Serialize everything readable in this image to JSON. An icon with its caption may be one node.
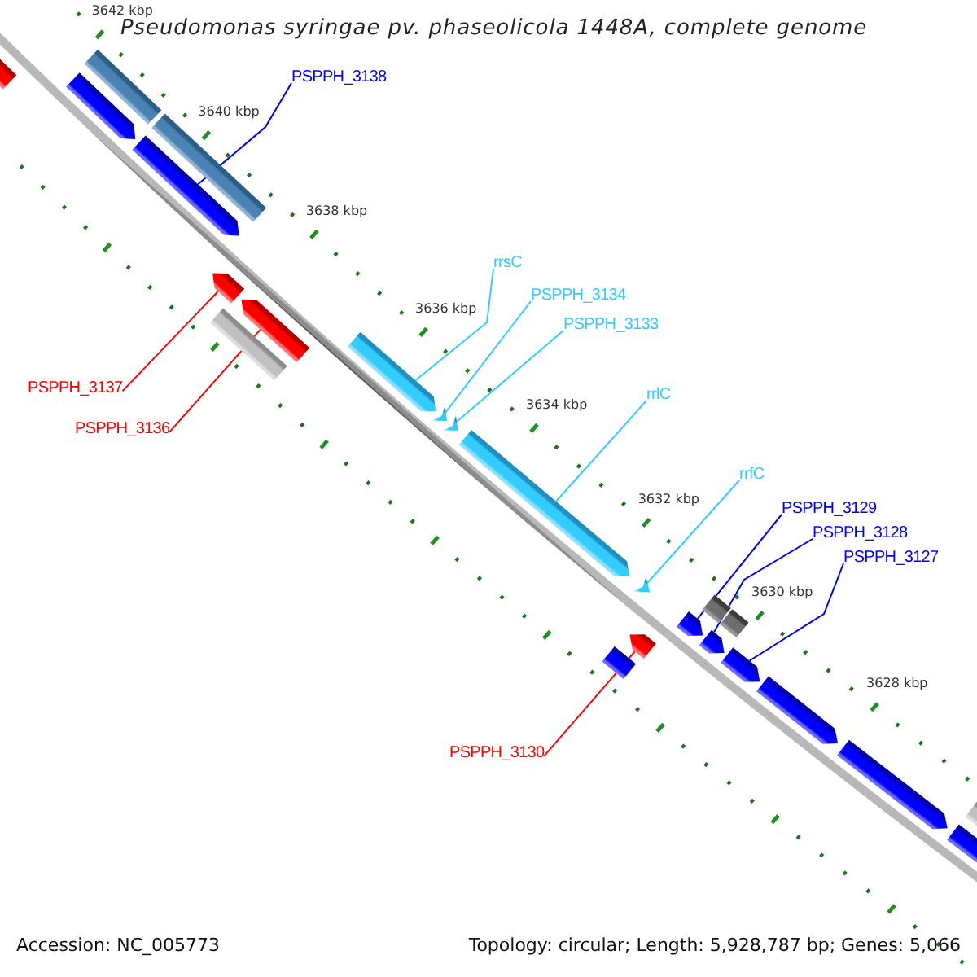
{
  "diagram": {
    "title": "Pseudomonas syringae pv. phaseolicola 1448A, complete genome",
    "nodes": [
      {
        "text": [
          "PSPPH_3138"
        ]
      },
      {
        "text": [
          "rrsC"
        ]
      },
      {
        "text": [
          "PSPPH_3134"
        ]
      },
      {
        "text": [
          "PSPPH_3133"
        ]
      },
      {
        "text": [
          "PSPPH_3137"
        ]
      },
      {
        "text": [
          "rrlC"
        ]
      },
      {
        "text": [
          "PSPPH_3136"
        ]
      },
      {
        "text": [
          "rrfC"
        ]
      },
      {
        "text": [
          "PSPPH_3129"
        ]
      },
      {
        "text": [
          "PSPPH_3128"
        ]
      },
      {
        "text": [
          "PSPPH_3127"
        ]
      },
      {
        "text": [
          "PSPPH_3130"
        ]
      },
      {
        "text": [],
        "shape": "box"
      },
      {
        "text": [],
        "shape": "box"
      },
      {
        "text": [],
        "shape": "bar"
      },
      {
        "text": [],
        "shape": "bar"
      },
      {
        "text": [],
        "shape": "box"
      },
      {
        "text": [],
        "shape": "bar"
      },
      {
        "text": [],
        "shape": "box"
      },
      {
        "text": [],
        "shape": "bar"
      },
      {
        "text": [],
        "shape": "bar"
      },
      {
        "text": [],
        "shape": "triangle"
      },
      {
        "text": [],
        "shape": "triangle"
      },
      {
        "text": [],
        "shape": "bar"
      },
      {
        "text": [],
        "shape": "triangle"
      },
      {
        "text": [],
        "shape": "box"
      },
      {
        "text": [],
        "shape": "bar"
      },
      {
        "text": [],
        "shape": "bar"
      },
      {
        "text": [],
        "shape": "box"
      },
      {
        "text": [],
        "shape": "bar"
      },
      {
        "text": [],
        "shape": "box"
      },
      {
        "text": [],
        "shape": "bar"
      },
      {
        "text": [],
        "shape": "bar"
      },
      {
        "text": [],
        "shape": "bar"
      },
      {
        "text": [],
        "shape": "box"
      },
      {
        "text": [],
        "shape": "box"
      }
    ],
    "edges": [
      {
        "from": 0,
        "to": 15,
        "arrow": "none",
        "color": "#0000ff"
      },
      {
        "from": 1,
        "to": 20,
        "arrow": "none"
      },
      {
        "from": 2,
        "to": 21,
        "arrow": "none"
      },
      {
        "from": 3,
        "to": 22,
        "arrow": "none"
      },
      {
        "from": 4,
        "to": 17,
        "arrow": "none",
        "color": "#ff0000"
      },
      {
        "from": 5,
        "to": 23,
        "arrow": "none"
      },
      {
        "from": 6,
        "to": 19,
        "arrow": "none",
        "color": "#ff0000"
      },
      {
        "from": 7,
        "to": 24,
        "arrow": "none"
      },
      {
        "from": 8,
        "to": 27,
        "arrow": "none",
        "color": "#0000ff"
      },
      {
        "from": 9,
        "to": 29,
        "arrow": "none",
        "color": "#0000ff"
      },
      {
        "from": 10,
        "to": 31,
        "arrow": "none",
        "color": "#0000ff"
      },
      {
        "from": 11,
        "to": 26,
        "arrow": "none",
        "color": "#ff0000"
      }
    ],
    "labels": [
      "3642 kbp",
      "3640 kbp",
      "3638 kbp",
      "3636 kbp",
      "3634 kbp",
      "3632 kbp",
      "3630 kbp",
      "3628 kbp",
      "Accession: NC_005773",
      "Topology: circular; Length: 5,928,787 bp; Genes: 5,066"
    ]
  }
}
